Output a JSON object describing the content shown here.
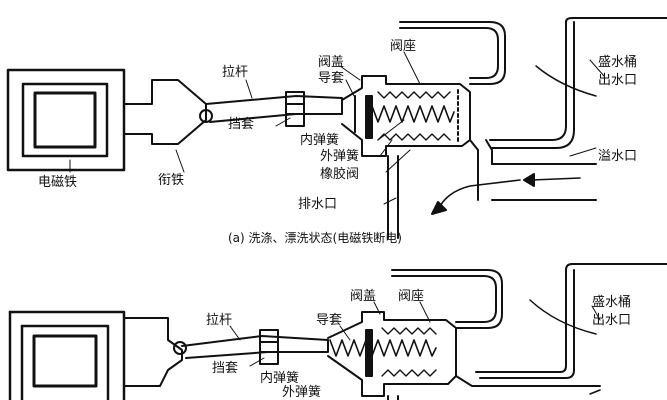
{
  "panel_a": {
    "caption": "(a) 洗涤、漂洗状态(电磁铁断电)",
    "labels": {
      "electromagnet": "电磁铁",
      "armature": "衔铁",
      "pull_rod": "拉杆",
      "stop_sleeve": "挡套",
      "valve_cover": "阀盖",
      "guide_sleeve": "导套",
      "valve_seat": "阀座",
      "inner_spring": "内弹簧",
      "outer_spring": "外弹簧",
      "rubber_valve": "橡胶阀",
      "drain_outlet": "排水口",
      "tub_outlet_1": "盛水桶",
      "tub_outlet_2": "出水口",
      "overflow_outlet": "溢水口"
    }
  },
  "panel_b": {
    "labels": {
      "pull_rod": "拉杆",
      "stop_sleeve": "挡套",
      "valve_cover": "阀盖",
      "guide_sleeve": "导套",
      "valve_seat": "阀座",
      "inner_spring": "内弹簧",
      "outer_spring": "外弹簧",
      "tub_outlet_1": "盛水桶",
      "tub_outlet_2": "出水口"
    }
  }
}
